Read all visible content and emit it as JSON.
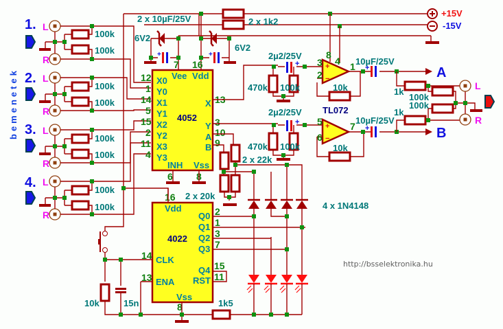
{
  "inputs": {
    "vertical_label": "bemenetek",
    "channels": [
      {
        "number": "1.",
        "left": "L",
        "right": "R",
        "r1": "100k",
        "r2": "100k"
      },
      {
        "number": "2.",
        "left": "L",
        "right": "R",
        "r1": "100k",
        "r2": "100k"
      },
      {
        "number": "3.",
        "left": "L",
        "right": "R",
        "r1": "100k",
        "r2": "100k"
      },
      {
        "number": "4.",
        "left": "L",
        "right": "R",
        "r1": "100k",
        "r2": "100k"
      }
    ]
  },
  "power": {
    "cap_label": "2 x 10µF/25V",
    "zener_left": "6V2",
    "zener_right": "6V2",
    "res_label": "2 x 1k2",
    "plus_label": "+15V",
    "minus_label": "-15V",
    "plus_color": "#f01010",
    "minus_color": "#1010e0"
  },
  "mux": {
    "name": "4052",
    "left_pins": [
      {
        "num": "12",
        "name": "X0"
      },
      {
        "num": "1",
        "name": "Y0"
      },
      {
        "num": "14",
        "name": "X1"
      },
      {
        "num": "5",
        "name": "Y1"
      },
      {
        "num": "15",
        "name": "X2"
      },
      {
        "num": "2",
        "name": "Y2"
      },
      {
        "num": "11",
        "name": "X3"
      },
      {
        "num": "4",
        "name": "Y3"
      }
    ],
    "top_pins": [
      {
        "num": "7",
        "name": "Vee"
      },
      {
        "num": "16",
        "name": "Vdd"
      }
    ],
    "right_pins": [
      {
        "num": "13",
        "name": "X"
      },
      {
        "num": "3",
        "name": "Y"
      },
      {
        "num": "10",
        "name": "A"
      },
      {
        "num": "9",
        "name": "B"
      }
    ],
    "bottom_pins": [
      {
        "num": "6",
        "name": "INH"
      },
      {
        "num": "8",
        "name": "Vss"
      }
    ]
  },
  "counter": {
    "name": "4022",
    "top_pin": {
      "num": "16",
      "name": "Vdd"
    },
    "right_pins": [
      {
        "num": "2",
        "name": "Q0"
      },
      {
        "num": "1",
        "name": "Q1"
      },
      {
        "num": "3",
        "name": "Q2"
      },
      {
        "num": "7",
        "name": "Q3"
      },
      {
        "num": "15",
        "name": "Q4"
      },
      {
        "num": "11",
        "name": "RST"
      }
    ],
    "left_pins": [
      {
        "num": "14",
        "name": "CLK"
      },
      {
        "num": "13",
        "name": "ENA"
      }
    ],
    "bottom_pin": {
      "num": "8",
      "name": "Vss"
    }
  },
  "amp": {
    "name": "TL072",
    "upper": {
      "in_cap": "2µ2/25V",
      "r_in": "470k",
      "r_bias": "100k",
      "fb": "10k",
      "pin_plus": "3",
      "pin_minus": "2",
      "pin_out": "1",
      "pin_v1": "8",
      "pin_v2": "4",
      "out_cap": "10µF/25V",
      "out_label": "A"
    },
    "lower": {
      "in_cap": "2µ2/25V",
      "r_in": "470k",
      "r_bias": "100k",
      "fb": "10k",
      "pin_plus": "5",
      "pin_minus": "6",
      "pin_out": "7",
      "out_cap": "10µF/25V",
      "out_label": "B"
    }
  },
  "output": {
    "r_series_a": "1k",
    "r_series_b": "1k",
    "r_mix_a": "100k",
    "r_mix_b": "100k",
    "left": "L",
    "right": "R"
  },
  "misc": {
    "divider": "2 x 22k",
    "pulldown": "2 x 20k",
    "diodes": "4 x 1N4148",
    "clk_r": "10k",
    "clk_c": "15n",
    "led_r": "1k5",
    "url": "http://bsselektronika.hu"
  }
}
